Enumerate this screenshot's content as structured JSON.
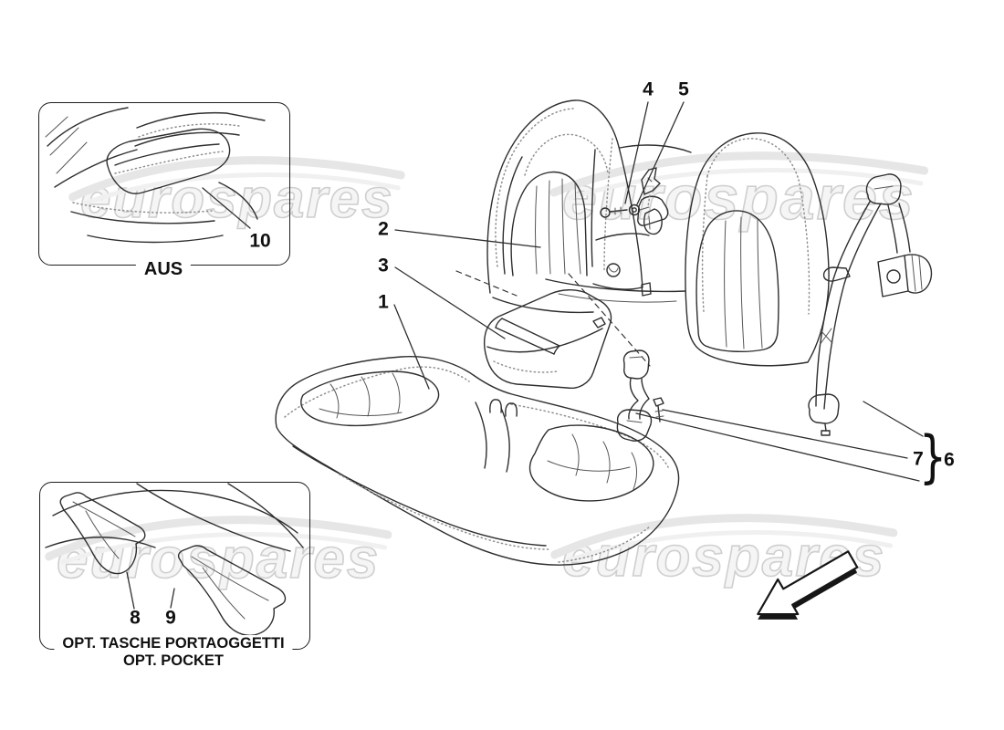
{
  "watermark": {
    "text": "eurospares"
  },
  "callouts": {
    "n1": "1",
    "n2": "2",
    "n3": "3",
    "n4": "4",
    "n5": "5",
    "n6": "6",
    "n7": "7",
    "n8": "8",
    "n9": "9",
    "n10": "10",
    "group_brace": "}"
  },
  "insets": {
    "aus": {
      "caption": "AUS"
    },
    "pocket": {
      "caption_line1": "OPT. TASCHE PORTAOGGETTI",
      "caption_line2": "OPT. POCKET"
    }
  },
  "colors": {
    "background": "#ffffff",
    "line_art": "#2e2e2e",
    "text": "#111111",
    "watermark": "#cfcfcf"
  }
}
